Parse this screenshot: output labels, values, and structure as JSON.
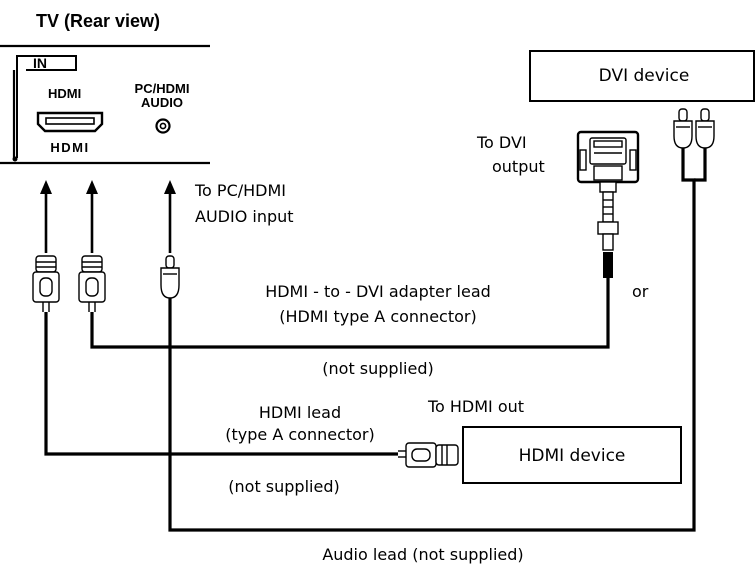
{
  "tv": {
    "title": "TV  (Rear view)",
    "in_label": "IN",
    "hdmi_label": "HDMI",
    "pc_audio_label_line1": "PC/HDMI",
    "pc_audio_label_line2": "AUDIO",
    "hdmi_logo": "HDMI"
  },
  "labels": {
    "to_pc_audio_line1": "To PC/HDMI",
    "to_pc_audio_line2": "AUDIO input",
    "adapter_lead_line1": "HDMI - to - DVI adapter lead",
    "adapter_lead_line2": "(HDMI type A connector)",
    "adapter_not_supplied": "(not supplied)",
    "hdmi_lead_line1": "HDMI lead",
    "hdmi_lead_line2": "(type A connector)",
    "hdmi_lead_not_supplied": "(not supplied)",
    "to_hdmi_out": "To HDMI out",
    "to_dvi_line1": "To DVI",
    "to_dvi_line2": "output",
    "or": "or",
    "audio_lead": "Audio lead (not supplied)"
  },
  "devices": {
    "dvi_device": "DVI device",
    "hdmi_device": "HDMI device"
  }
}
